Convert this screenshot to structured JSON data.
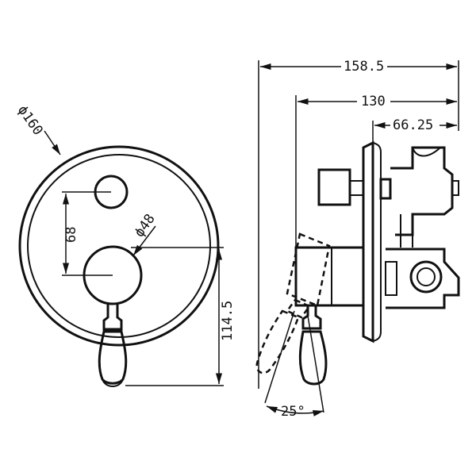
{
  "dimensions": {
    "overall_depth": "158.5",
    "body_depth": "130",
    "outlet_depth": "66.25",
    "plate_diameter": "ϕ160",
    "knob_diameter": "ϕ48",
    "knob_spacing": "68",
    "centre_height": "114.5",
    "lever_angle": "25°"
  },
  "colors": {
    "line": "#111111",
    "background": "#ffffff"
  }
}
